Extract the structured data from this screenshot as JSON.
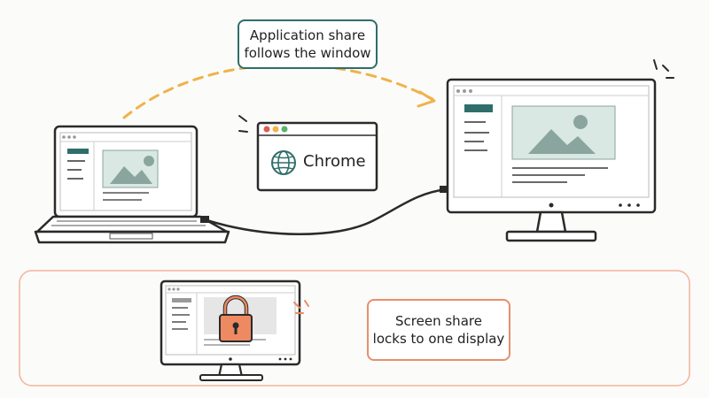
{
  "labels": {
    "application_share": [
      "Application share",
      "follows the window"
    ],
    "screen_share": [
      "Screen share",
      "locks to one display"
    ],
    "app_window_title": "Chrome"
  },
  "colors": {
    "teal": "#2f6e6a",
    "orange": "#e6906c",
    "arrow": "#f0b24a",
    "screen_fill": "#d9e8e2",
    "lock_body": "#ee8a62",
    "outline": "#2a2a2a",
    "panel_border": "#f3b39a"
  },
  "icons": {
    "app": "globe-icon",
    "lock": "padlock-icon",
    "image": "image-placeholder-icon"
  }
}
